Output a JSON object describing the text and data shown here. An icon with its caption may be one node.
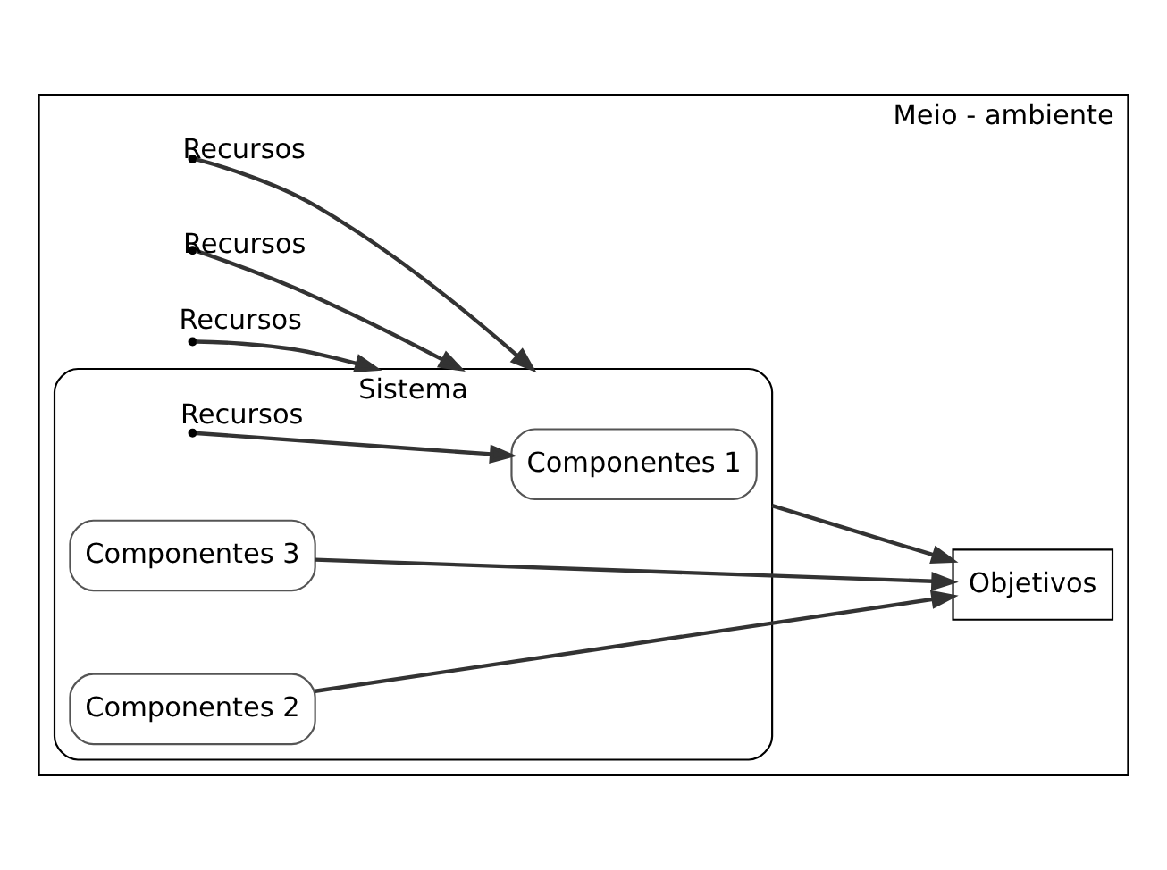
{
  "diagram": {
    "nodes": [
      {
        "text": [
          "Meio - ambiente"
        ]
      },
      {
        "text": [
          "Sistema"
        ],
        "in": 0
      },
      {
        "text": [
          "Componentes 1"
        ],
        "in": 1
      },
      {
        "text": [
          "Componentes 2"
        ],
        "in": 1
      },
      {
        "text": [
          "Componentes 3"
        ],
        "in": 1
      },
      {
        "text": [
          "Objetivos"
        ],
        "in": 0
      }
    ],
    "edges": [
      {
        "from": null,
        "to": 1,
        "arrow": "to",
        "label": "Recursos"
      },
      {
        "from": null,
        "to": 1,
        "arrow": "to",
        "label": "Recursos"
      },
      {
        "from": null,
        "to": 1,
        "arrow": "to",
        "label": "Recursos"
      },
      {
        "from": null,
        "to": 2,
        "arrow": "to",
        "label": "Recursos"
      },
      {
        "from": 1,
        "to": 5,
        "arrow": "to"
      },
      {
        "from": 4,
        "to": 5,
        "arrow": "to"
      },
      {
        "from": 3,
        "to": 5,
        "arrow": "to"
      }
    ]
  }
}
